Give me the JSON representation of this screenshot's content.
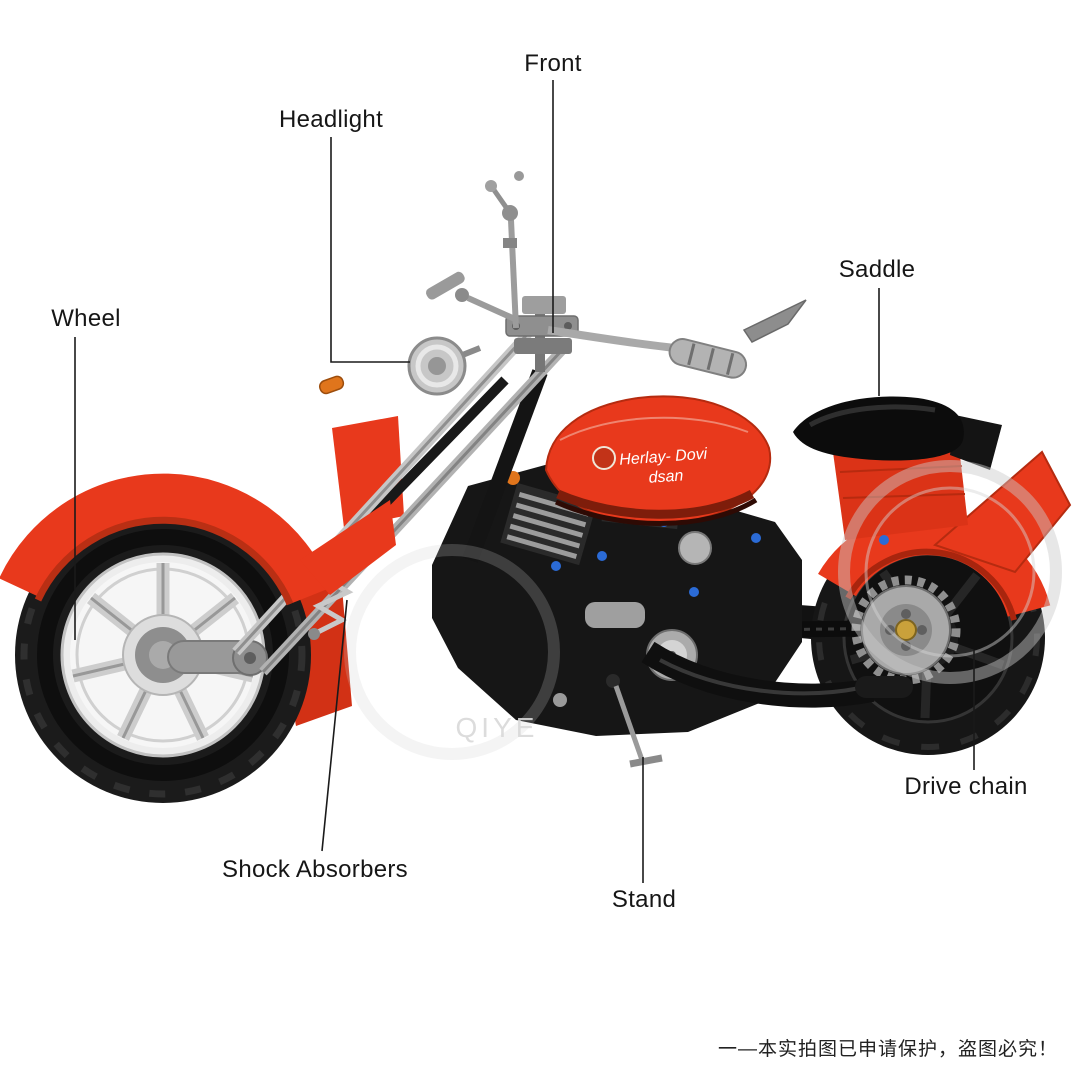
{
  "labels": {
    "front": "Front",
    "headlight": "Headlight",
    "saddle": "Saddle",
    "wheel": "Wheel",
    "shock_absorbers": "Shock Absorbers",
    "stand": "Stand",
    "drive_chain": "Drive chain"
  },
  "product": {
    "tank_text_line1": "Herlay- Dovi",
    "tank_text_line2": "dsan",
    "watermark_text": "QIYE"
  },
  "footer": {
    "notice": "一—本实拍图已申请保护，盗图必究！"
  },
  "colors": {
    "background": "#ffffff",
    "body_red": "#e8391c",
    "body_red_dark": "#b52b10",
    "dark_parts": "#151515",
    "chrome": "#c6c6c6",
    "accent_blue": "#2b6bd6",
    "accent_orange": "#e0751c",
    "label_text": "#161616"
  }
}
